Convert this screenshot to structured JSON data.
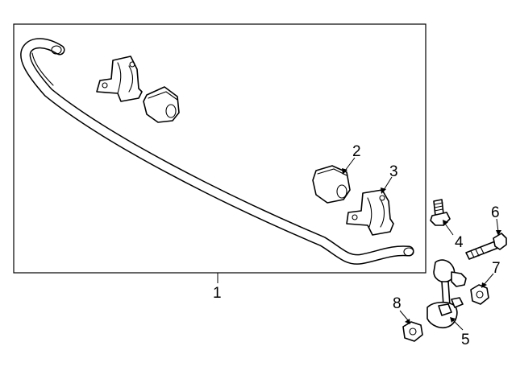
{
  "callouts": {
    "c1": "1",
    "c2": "2",
    "c3": "3",
    "c4": "4",
    "c5": "5",
    "c6": "6",
    "c7": "7",
    "c8": "8"
  },
  "icons": [
    "stabilizer-bar",
    "bushing",
    "bushing-bracket",
    "bolt",
    "stabilizer-link",
    "nut"
  ]
}
